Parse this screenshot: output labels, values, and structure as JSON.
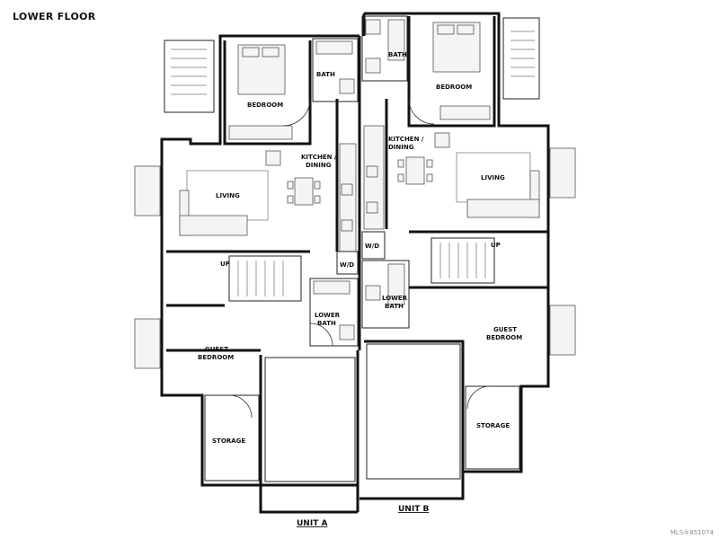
{
  "header": {
    "title": "LOWER FLOOR"
  },
  "watermark": "MLS®851074",
  "units": [
    {
      "label": "UNIT A"
    },
    {
      "label": "UNIT B"
    }
  ],
  "rooms": {
    "unit_a": {
      "bedroom": "BEDROOM",
      "bath": "BATH",
      "kitchen_line1": "KITCHEN /",
      "kitchen_line2": "DINING",
      "living": "LIVING",
      "washer_dryer": "W/D",
      "stair_up": "UP",
      "lower_bath_line1": "LOWER",
      "lower_bath_line2": "BATH",
      "guest_line1": "GUEST",
      "guest_line2": "BEDROOM",
      "storage": "STORAGE"
    },
    "unit_b": {
      "bath": "BATH",
      "bedroom": "BEDROOM",
      "kitchen_line1": "KITCHEN /",
      "kitchen_line2": "DINING",
      "living": "LIVING",
      "washer_dryer": "W/D",
      "stair_up": "UP",
      "lower_bath_line1": "LOWER",
      "lower_bath_line2": "BATH",
      "guest_line1": "GUEST",
      "guest_line2": "BEDROOM",
      "storage": "STORAGE"
    }
  }
}
